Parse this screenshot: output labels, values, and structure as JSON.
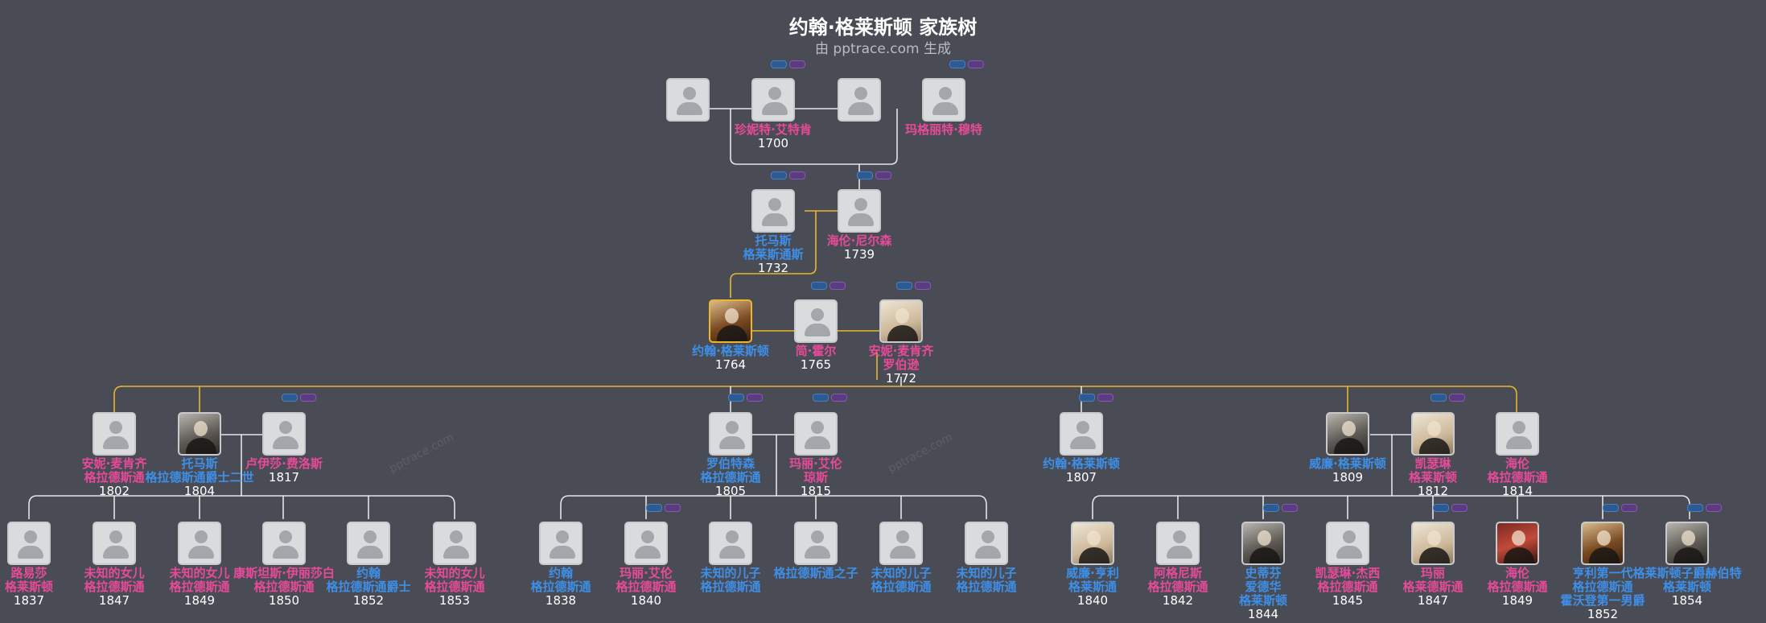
{
  "title": "约翰·格莱斯顿 家族树",
  "subtitle": "由 pptrace.com 生成",
  "colors": {
    "background": "#494c55",
    "male": "#3d8fe8",
    "female": "#e84a9a",
    "line_main": "#e9b62c",
    "line_other": "#ffffff"
  },
  "people": [
    {
      "id": "g0a",
      "photo": "silhouette-icon",
      "name": "",
      "year": "",
      "sex": "m"
    },
    {
      "id": "g0b",
      "photo": "silhouette-icon",
      "name": "珍妮特·艾特肯",
      "year": "1700",
      "sex": "f"
    },
    {
      "id": "g0c",
      "photo": "silhouette-icon",
      "name": "",
      "year": "",
      "sex": "m"
    },
    {
      "id": "g0d",
      "photo": "silhouette-icon",
      "name": "玛格丽特·穆特",
      "year": "",
      "sex": "f"
    },
    {
      "id": "g1a",
      "photo": "silhouette-icon",
      "name": "托马斯\n格莱斯通斯",
      "year": "1732",
      "sex": "m"
    },
    {
      "id": "g1b",
      "photo": "silhouette-icon",
      "name": "海伦·尼尔森",
      "year": "1739",
      "sex": "f"
    },
    {
      "id": "g2a",
      "photo": "portrait-icon",
      "name": "约翰·格莱斯顿",
      "year": "1764",
      "sex": "m",
      "hl": true,
      "tone": "warm"
    },
    {
      "id": "g2b",
      "photo": "silhouette-icon",
      "name": "简·霍尔",
      "year": "1765",
      "sex": "f"
    },
    {
      "id": "g2c",
      "photo": "portrait-icon",
      "name": "安妮·麦肯齐\n罗伯逊",
      "year": "1772",
      "sex": "f",
      "tone": "light"
    },
    {
      "id": "g3a",
      "photo": "silhouette-icon",
      "name": "安妮·麦肯齐\n格拉德斯通",
      "year": "1802",
      "sex": "f"
    },
    {
      "id": "g3b",
      "photo": "portrait-icon",
      "name": "托马斯\n格拉德斯通爵士二世",
      "year": "1804",
      "sex": "m"
    },
    {
      "id": "g3c",
      "photo": "silhouette-icon",
      "name": "卢伊莎·费洛斯",
      "year": "1817",
      "sex": "f"
    },
    {
      "id": "g3d",
      "photo": "silhouette-icon",
      "name": "罗伯特森\n格拉德斯通",
      "year": "1805",
      "sex": "m"
    },
    {
      "id": "g3e",
      "photo": "silhouette-icon",
      "name": "玛丽·艾伦\n琼斯",
      "year": "1815",
      "sex": "f"
    },
    {
      "id": "g3f",
      "photo": "silhouette-icon",
      "name": "约翰·格莱斯顿",
      "year": "1807",
      "sex": "m"
    },
    {
      "id": "g3g",
      "photo": "portrait-icon",
      "name": "威廉·格莱斯顿",
      "year": "1809",
      "sex": "m"
    },
    {
      "id": "g3h",
      "photo": "portrait-icon",
      "name": "凯瑟琳\n格莱斯顿",
      "year": "1812",
      "sex": "f",
      "tone": "light"
    },
    {
      "id": "g3i",
      "photo": "silhouette-icon",
      "name": "海伦\n格拉德斯通",
      "year": "1814",
      "sex": "f"
    },
    {
      "id": "g4a",
      "photo": "silhouette-icon",
      "name": "路易莎\n格莱斯顿",
      "year": "1837",
      "sex": "f"
    },
    {
      "id": "g4b",
      "photo": "silhouette-icon",
      "name": "未知的女儿\n格拉德斯通",
      "year": "1847",
      "sex": "f"
    },
    {
      "id": "g4c",
      "photo": "silhouette-icon",
      "name": "未知的女儿\n格拉德斯通",
      "year": "1849",
      "sex": "f"
    },
    {
      "id": "g4d",
      "photo": "silhouette-icon",
      "name": "康斯坦斯·伊丽莎白\n格拉德斯通",
      "year": "1850",
      "sex": "f"
    },
    {
      "id": "g4e",
      "photo": "silhouette-icon",
      "name": "约翰\n格拉德斯通爵士",
      "year": "1852",
      "sex": "m"
    },
    {
      "id": "g4f",
      "photo": "silhouette-icon",
      "name": "未知的女儿\n格拉德斯通",
      "year": "1853",
      "sex": "f"
    },
    {
      "id": "g4g",
      "photo": "silhouette-icon",
      "name": "约翰\n格拉德斯通",
      "year": "1838",
      "sex": "m"
    },
    {
      "id": "g4h",
      "photo": "silhouette-icon",
      "name": "玛丽·艾伦\n格拉德斯通",
      "year": "1840",
      "sex": "f"
    },
    {
      "id": "g4i",
      "photo": "silhouette-icon",
      "name": "未知的儿子\n格拉德斯通",
      "year": "",
      "sex": "m"
    },
    {
      "id": "g4j",
      "photo": "silhouette-icon",
      "name": "格拉德斯通之子",
      "year": "",
      "sex": "m"
    },
    {
      "id": "g4k",
      "photo": "silhouette-icon",
      "name": "未知的儿子\n格拉德斯通",
      "year": "",
      "sex": "m"
    },
    {
      "id": "g4l",
      "photo": "silhouette-icon",
      "name": "未知的儿子\n格拉德斯通",
      "year": "",
      "sex": "m"
    },
    {
      "id": "g4m",
      "photo": "portrait-icon",
      "name": "威廉·亨利\n格莱斯通",
      "year": "1840",
      "sex": "m",
      "tone": "light"
    },
    {
      "id": "g4n",
      "photo": "silhouette-icon",
      "name": "阿格尼斯\n格拉德斯通",
      "year": "1842",
      "sex": "f"
    },
    {
      "id": "g4o",
      "photo": "portrait-icon",
      "name": "史蒂芬\n爱德华\n格莱斯顿",
      "year": "1844",
      "sex": "m"
    },
    {
      "id": "g4p",
      "photo": "silhouette-icon",
      "name": "凯瑟琳·杰西\n格拉德斯通",
      "year": "1845",
      "sex": "f"
    },
    {
      "id": "g4q",
      "photo": "portrait-icon",
      "name": "玛丽\n格莱德斯通",
      "year": "1847",
      "sex": "f",
      "tone": "light"
    },
    {
      "id": "g4r",
      "photo": "portrait-icon",
      "name": "海伦\n格拉德斯通",
      "year": "1849",
      "sex": "f",
      "tone": "red"
    },
    {
      "id": "g4s",
      "photo": "portrait-icon",
      "name": "亨利第一代\n格拉德斯通\n霍沃登第一男爵",
      "year": "1852",
      "sex": "m",
      "tone": "warm"
    },
    {
      "id": "g4t",
      "photo": "portrait-icon",
      "name": "格莱斯顿子爵赫伯特\n格莱斯顿",
      "year": "1854",
      "sex": "m"
    }
  ],
  "watermark": "pptrace.com"
}
